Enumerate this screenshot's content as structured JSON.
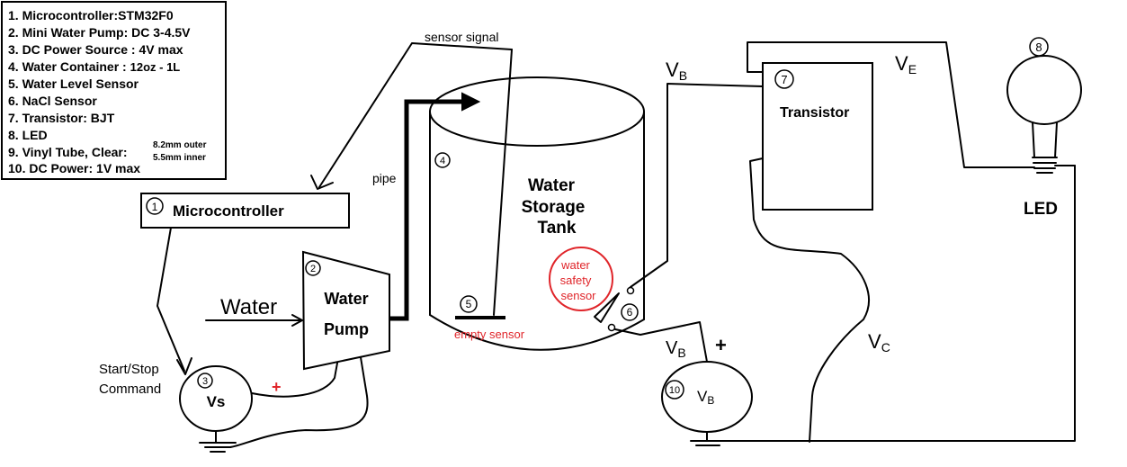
{
  "legend": {
    "items": [
      [
        "1. Microcontroller:",
        "STM32F0"
      ],
      [
        "2. Mini Water Pump: ",
        "DC 3-4.5V"
      ],
      [
        "3. DC Power Source : ",
        "4V max"
      ],
      [
        "4. Water Container : ",
        "12oz - 1L"
      ],
      [
        "5. Water Level Sensor",
        ""
      ],
      [
        "6. NaCl Sensor",
        ""
      ],
      [
        "7. Transistor: BJT",
        ""
      ],
      [
        "8. LED",
        ""
      ],
      [
        "9. Vinyl Tube, Clear: ",
        ""
      ],
      [
        "10. DC Power: 1V max",
        ""
      ]
    ],
    "tube_outer": "8.2mm outer",
    "tube_inner": "5.5mm inner"
  },
  "labels": {
    "sensor_signal": "sensor signal",
    "microcontroller": "Microcontroller",
    "pipe": "pipe",
    "water_input": "Water",
    "pump_line1": "Water",
    "pump_line2": "Pump",
    "tank_line1": "Water",
    "tank_line2": "Storage",
    "tank_line3": "Tank",
    "safety_line1": "water",
    "safety_line2": "safety",
    "safety_line3": "sensor",
    "empty_sensor": "empty sensor",
    "start_stop_line1": "Start/Stop",
    "start_stop_line2": "Command",
    "vs": "Vs",
    "plus": "+",
    "transistor": "Transistor",
    "led": "LED",
    "v_letter": "V",
    "sub_b": "B",
    "sub_e": "E",
    "sub_c": "C"
  },
  "numbers": {
    "n1": "1",
    "n2": "2",
    "n3": "3",
    "n4": "4",
    "n5": "5",
    "n6": "6",
    "n7": "7",
    "n8": "8",
    "n10": "10"
  },
  "colors": {
    "accent_red": "#e0252a",
    "line": "#000000"
  }
}
